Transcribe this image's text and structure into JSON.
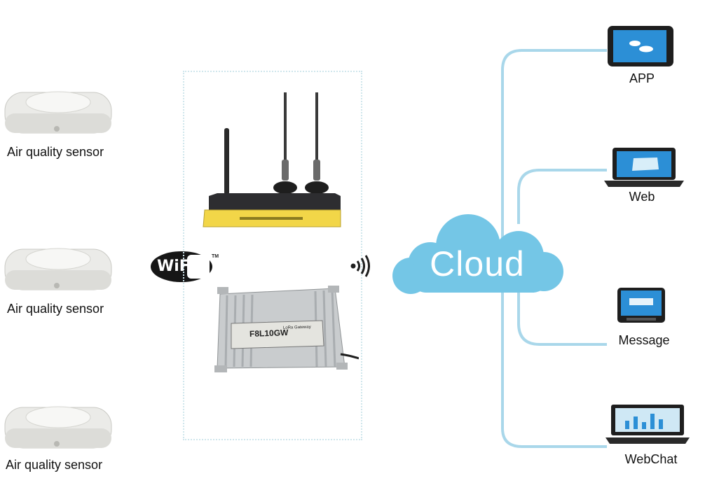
{
  "sensors": {
    "label": "Air quality sensor"
  },
  "wifi": {
    "text": "WiFi",
    "trademark": "TM"
  },
  "gateway": {
    "model": "F8L10GW",
    "subtitle": "LoRa Gateway"
  },
  "cloud": {
    "label": "Cloud"
  },
  "endpoints": {
    "app": "APP",
    "web": "Web",
    "message": "Message",
    "webchat": "WebChat"
  },
  "colors": {
    "cloud": "#74c6e6",
    "connector": "#a9d7ea",
    "router_yellow": "#f2d648",
    "router_body": "#2d2d30",
    "screen_blue": "#2c8fd6"
  },
  "icons": [
    "sensor-icon",
    "wifi-logo-icon",
    "router-icon",
    "antenna-icon",
    "gateway-enclosure-icon",
    "signal-waves-icon",
    "cloud-icon",
    "tablet-icon",
    "laptop-icon",
    "tablet-small-icon",
    "desktop-monitor-icon"
  ]
}
